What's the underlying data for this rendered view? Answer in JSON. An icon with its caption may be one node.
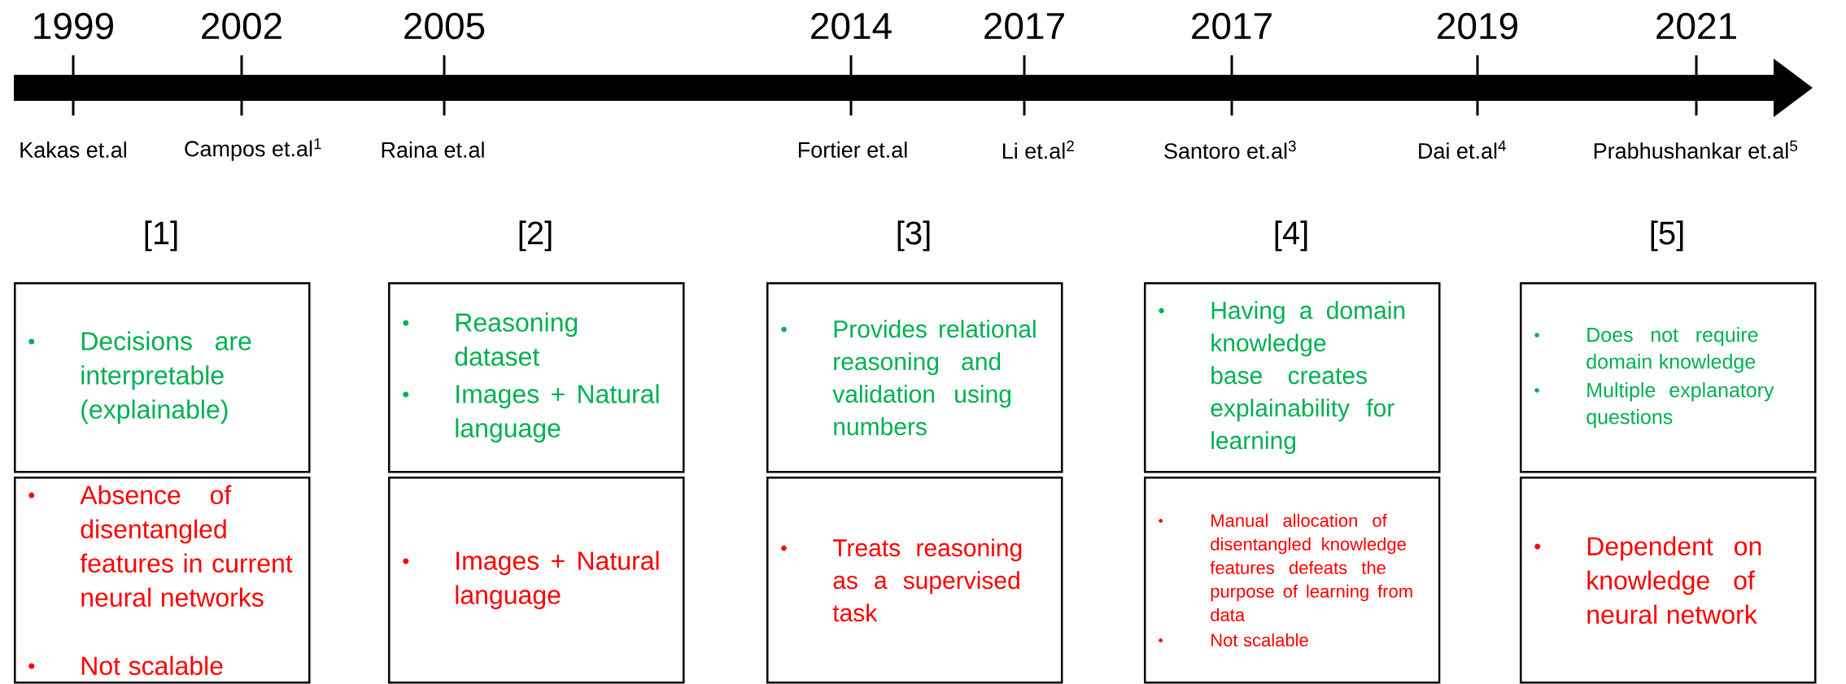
{
  "diagram": {
    "nodes": [
      {
        "text": [
          "Decisions are interpretable (explainable)"
        ]
      },
      {
        "text": [
          "Absence of disentangled features in current neural networks",
          "Not scalable"
        ]
      },
      {
        "text": [
          "Reasoning dataset",
          "Images + Natural language"
        ]
      },
      {
        "text": [
          "Images + Natural language"
        ]
      },
      {
        "text": [
          "Provides relational reasoning and validation using numbers"
        ]
      },
      {
        "text": [
          "Treats reasoning as a supervised task"
        ]
      },
      {
        "text": [
          "Having a domain knowledge base creates explainability for learning"
        ]
      },
      {
        "text": [
          "Manual allocation of disentangled knowledge features defeats the purpose of learning from data",
          "Not scalable"
        ]
      },
      {
        "text": [
          "Does not require domain knowledge",
          "Multiple explanatory questions"
        ]
      },
      {
        "text": [
          "Dependent on knowledge of neural network"
        ]
      }
    ],
    "labels": [
      "1999",
      "2002",
      "2005",
      "2014",
      "2017",
      "2017",
      "2019",
      "2021",
      "Kakas et.al",
      "Campos et.al$^{1}$",
      "Raina et.al",
      "Fortier et.al",
      "Li et.al$^{2}$",
      "Santoro et.al$^{3}$",
      "Dai et.al$^{4}$",
      "Prabhushankar et.al$^{5}$",
      "[1]",
      "[2]",
      "[3]",
      "[4]",
      "[5]"
    ]
  }
}
